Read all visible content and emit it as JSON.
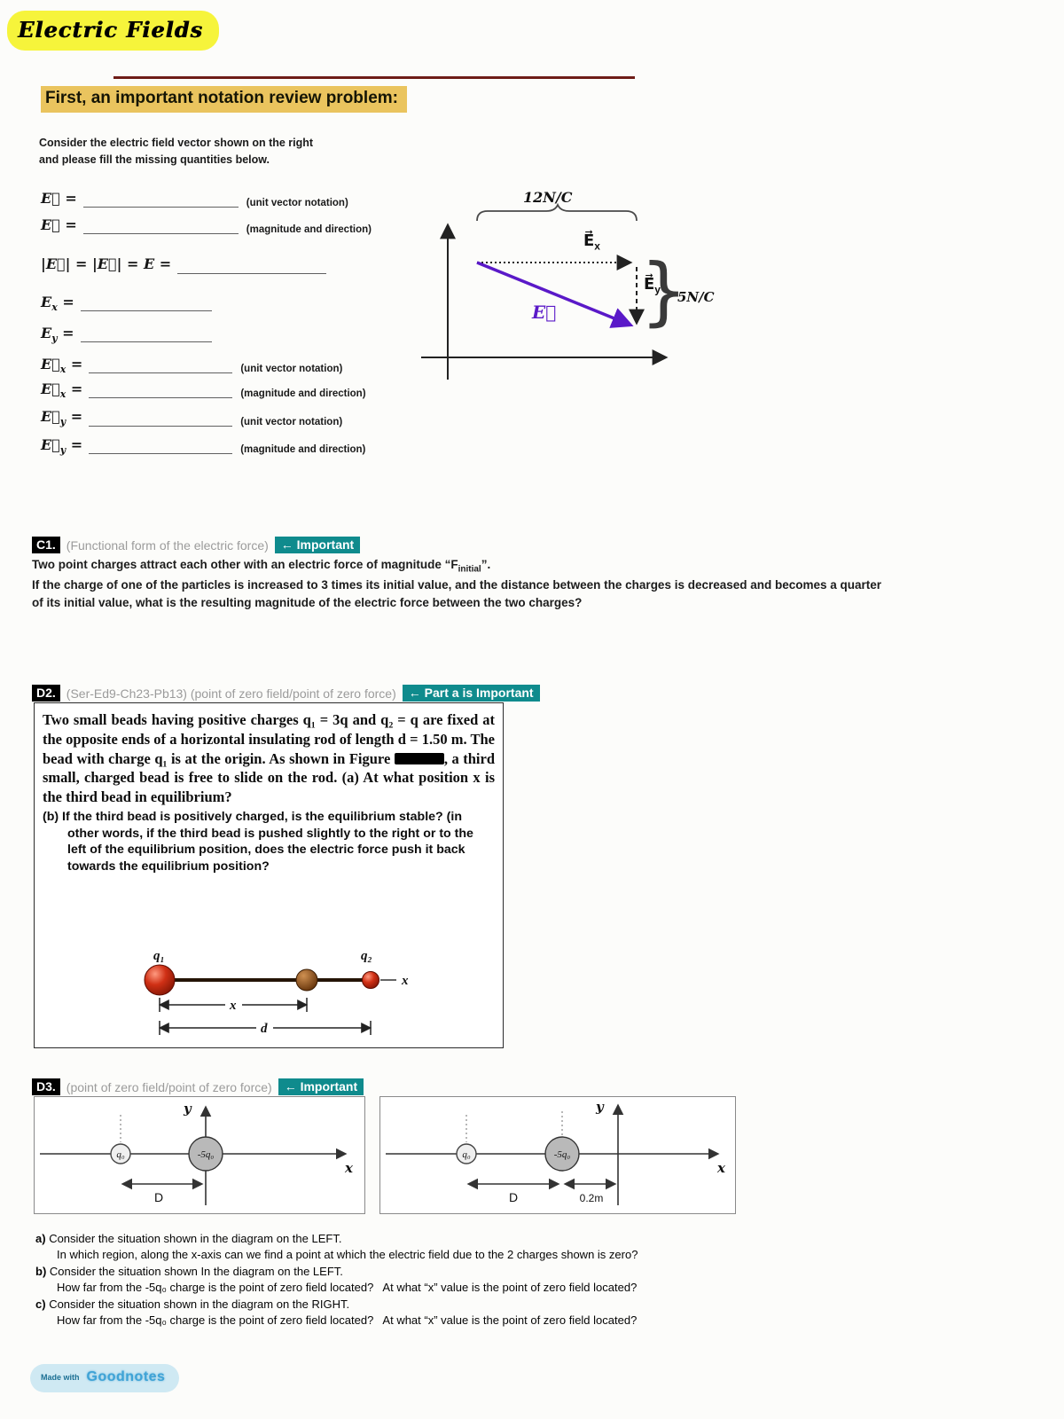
{
  "colors": {
    "title_highlight": "#f6f43b",
    "heading_highlight": "#eac45e",
    "badge_teal": "#0f8b8d",
    "divider_red": "#6e1c17",
    "vector_purple": "#5a19c8"
  },
  "header": {
    "title": "Electric Fields"
  },
  "notation": {
    "heading": "First, an important notation review problem:",
    "intro_line1": "Consider the electric field vector shown on the right",
    "intro_line2": "and please fill the missing quantities below.",
    "fields": [
      {
        "main": "E⃗",
        "sub": "",
        "eq": " = ",
        "note": "(unit vector notation)"
      },
      {
        "main": "E⃗",
        "sub": "",
        "eq": " = ",
        "note": "(magnitude and direction)"
      },
      {
        "main": "|E⃗| = |E⃗| = E",
        "sub": "",
        "eq": " = ",
        "note": ""
      },
      {
        "main": "E",
        "sub": "x",
        "eq": " = ",
        "note": ""
      },
      {
        "main": "E",
        "sub": "y",
        "eq": " = ",
        "note": ""
      },
      {
        "main": "E⃗",
        "sub": "x",
        "eq": " = ",
        "note": "(unit vector notation)"
      },
      {
        "main": "E⃗",
        "sub": "x",
        "eq": " = ",
        "note": "(magnitude and direction)"
      },
      {
        "main": "E⃗",
        "sub": "y",
        "eq": " = ",
        "note": "(unit vector notation)"
      },
      {
        "main": "E⃗",
        "sub": "y",
        "eq": " = ",
        "note": "(magnitude and direction)"
      }
    ],
    "diagram": {
      "top_value": "12N/C",
      "right_value": "5N/C",
      "ex_main": "E⃗",
      "ex_sub": "x",
      "ey_main": "E⃗",
      "ey_sub": "y",
      "e_label": "E⃗"
    }
  },
  "c1": {
    "tag": "C1.",
    "subtitle": "(Functional form of the electric force)",
    "badge": "← Important",
    "line1_pre": "Two point charges attract each other with an electric force of magnitude “F",
    "line1_sub": "initial",
    "line1_post": "”.",
    "body": "If the charge of one of the particles is increased to 3 times its initial value, and the distance between the charges is decreased and becomes a quarter of its initial value, what is the resulting magnitude of the electric force between the two charges?"
  },
  "d2": {
    "tag": "D2.",
    "subtitle": "(Ser-Ed9-Ch23-Pb13) (point of zero field/point of zero force)",
    "badge": "← Part a is Important",
    "text_part1": "Two small beads having positive charges q₁ = 3q and q₂ = q are fixed at the opposite ends of a horizontal insulating rod of length d = 1.50 m. The bead with charge q₁ is at the origin. As shown in Figure",
    "text_part2": ", a third small, charged bead is free to slide on the rod. (a) At what position x is the third bead in equilibrium?",
    "text_part3": "(b) If the third bead is positively charged, is the equilibrium stable? (in other words, if the third bead is pushed slightly to the right or to the left of the equilibrium position, does the electric force push it back towards the equilibrium position?",
    "figure": {
      "q1": "q₁",
      "q2": "q₂",
      "axis": "x",
      "dim_x": "x",
      "dim_d": "d"
    }
  },
  "d3": {
    "tag": "D3.",
    "subtitle": "(point of zero field/point of zero force)",
    "badge": "← Important",
    "left": {
      "y": "y",
      "x": "x",
      "q0": "q₀",
      "q5": "-5q₀",
      "dim": "D"
    },
    "right": {
      "y": "y",
      "x": "x",
      "q0": "q₀",
      "q5": "-5q₀",
      "dim": "D",
      "dim2": "0.2m"
    },
    "qa_label": "a)",
    "qa_line1": "Consider the situation shown in the diagram on the LEFT.",
    "qa_line2": "In which region, along the x-axis can we find a point at which the electric field due to the 2 charges shown is zero?",
    "qb_label": "b)",
    "qb_line1": "Consider the situation shown In the diagram on the LEFT.",
    "qb_line2": "How far from the -5q₀ charge is the point of zero field located?   At what “x” value is the point of zero field located?",
    "qc_label": "c)",
    "qc_line1": "Consider the situation shown in the diagram on the RIGHT.",
    "qc_line2": "How far from the -5q₀ charge is the point of zero field located?   At what “x” value is the point of zero field located?"
  },
  "footer": {
    "made_with": "Made with",
    "brand": "Goodnotes"
  }
}
